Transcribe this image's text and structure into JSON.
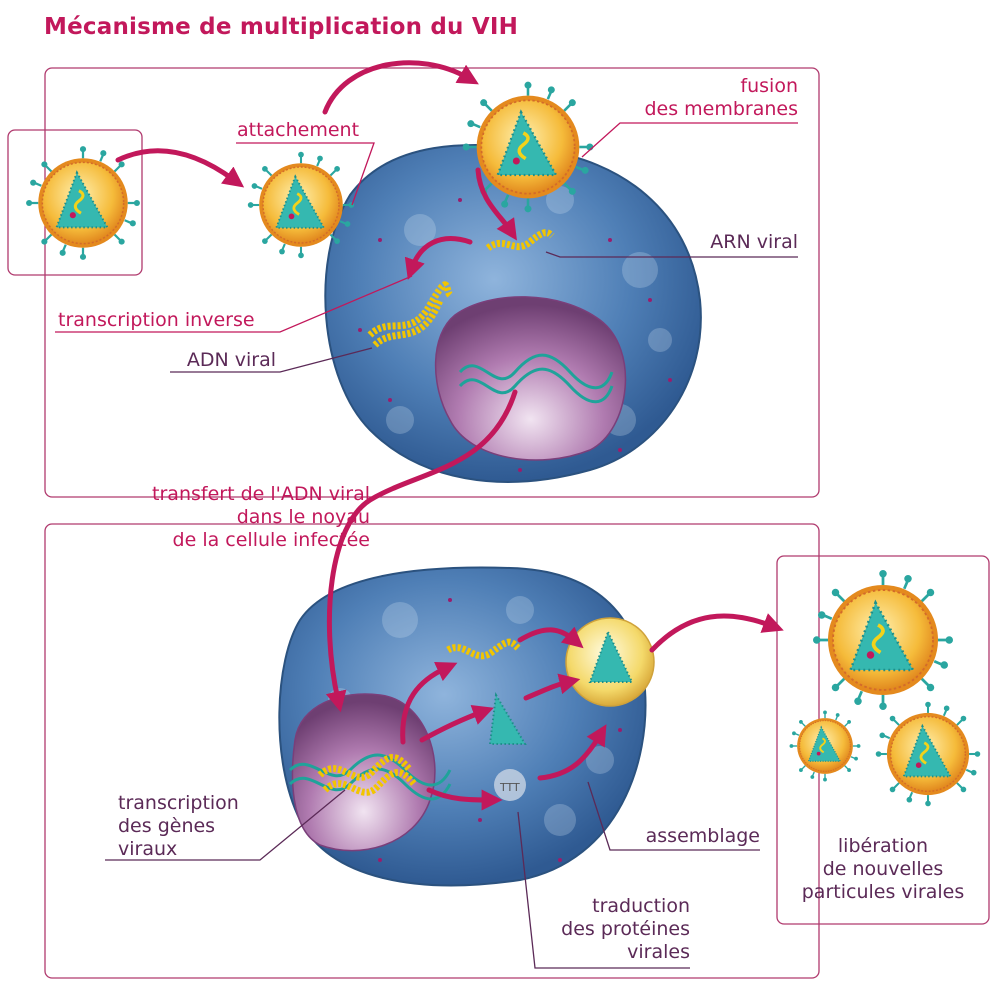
{
  "title": "Mécanisme de multiplication du VIH",
  "labels": {
    "attachement": "attachement",
    "fusion": [
      "fusion",
      "des membranes"
    ],
    "arn_viral": "ARN viral",
    "transcription_inverse": "transcription inverse",
    "adn_viral": "ADN viral",
    "transfert": [
      "transfert de l'ADN viral",
      "dans le noyau",
      "de la cellule infectée"
    ],
    "transcription_genes": [
      "transcription",
      "des gènes",
      "viraux"
    ],
    "assemblage": "assemblage",
    "traduction": [
      "traduction",
      "des protéines",
      "virales"
    ],
    "liberation": [
      "libération",
      "de nouvelles",
      "particules virales"
    ]
  },
  "colors": {
    "title": "#c2185b",
    "arrow": "#c2185b",
    "frame": "#b03a6e",
    "leader_pink": "#c2185b",
    "leader_purple": "#5b2a57",
    "cell": "#3f6ea6",
    "nucleus": "#8a4f88",
    "virus_shell": "#f0a83a",
    "capsid": "#2fb5b0",
    "rna": "#f2c500"
  }
}
